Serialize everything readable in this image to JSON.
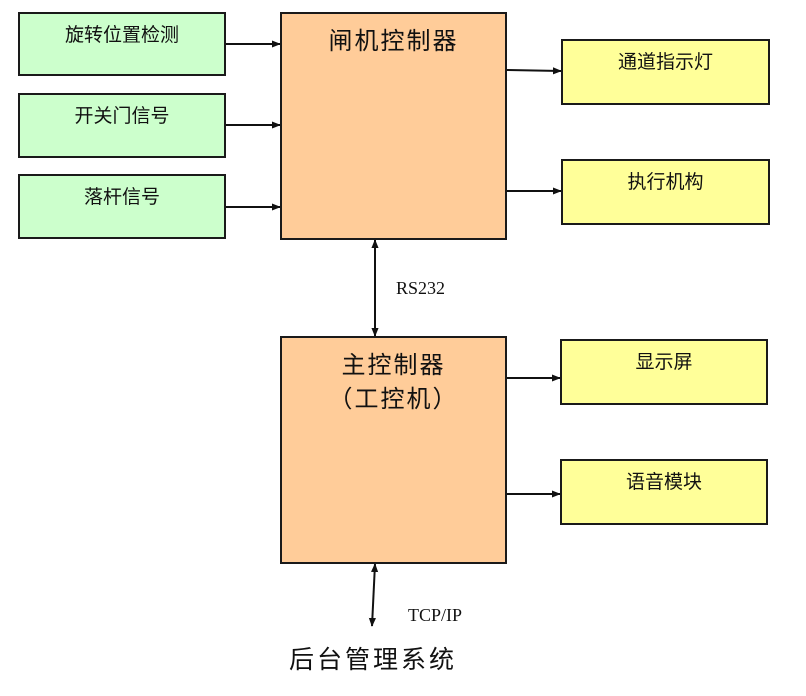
{
  "colors": {
    "input_fill": "#ccffcc",
    "output_fill": "#ffff99",
    "controller_fill": "#ffcc99",
    "stroke": "#1a1a1a"
  },
  "nodes": {
    "rotation_detect": "旋转位置检测",
    "door_signal": "开关门信号",
    "bar_drop_signal": "落杆信号",
    "gate_controller": "闸机控制器",
    "channel_indicator": "通道指示灯",
    "actuator": "执行机构",
    "main_controller_line1": "主控制器",
    "main_controller_line2": "（工控机）",
    "display": "显示屏",
    "voice_module": "语音模块"
  },
  "edges": {
    "rs232": "RS232",
    "tcpip": "TCP/IP"
  },
  "backend": "后台管理系统"
}
